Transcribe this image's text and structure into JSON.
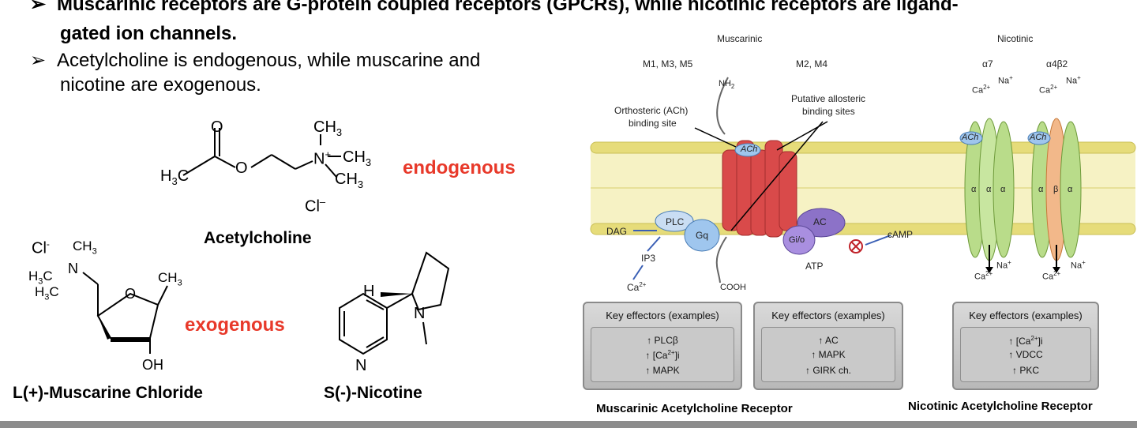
{
  "bullets": [
    {
      "mark": "➢",
      "line1": "Muscarinic receptors are G-protein coupled receptors (GPCRs), while nicotinic receptors are ligand-",
      "line2": "gated ion channels."
    },
    {
      "mark": "➢",
      "line1": "Acetylcholine is endogenous, while muscarine and",
      "line2": "nicotine are exogenous."
    }
  ],
  "chemistry": {
    "acetylcholine": {
      "name": "Acetylcholine",
      "atoms": {
        "o_carbonyl": "O",
        "o_ester": "O",
        "h3c": "H3C",
        "n_plus": "N",
        "ch3_top": "CH3",
        "ch3_right": "CH3",
        "ch3_bottom": "CH3",
        "cl_minus": "Cl"
      },
      "tag": "endogenous"
    },
    "muscarine": {
      "name": "L(+)-Muscarine Chloride",
      "atoms": {
        "cl": "Cl",
        "ch3_n": "CH3",
        "h3c_a": "H3C",
        "h3c_b": "H3C",
        "n": "N",
        "o_ring": "O",
        "ch3_ring": "CH3",
        "oh": "OH"
      }
    },
    "nicotine": {
      "name": "S(-)-Nicotine",
      "atoms": {
        "h": "H",
        "n_pyrrolidine": "N",
        "n_pyridine": "N"
      }
    },
    "exogenous_tag": "exogenous"
  },
  "receptor_figure": {
    "header_muscarinic": "Muscarinic",
    "header_nicotinic": "Nicotinic",
    "m_group1": "M1, M3, M5",
    "m_group2": "M2, M4",
    "nh2": "NH2",
    "cooh": "COOH",
    "orthosteric_label_1": "Orthosteric (ACh)",
    "orthosteric_label_2": "binding site",
    "allosteric_label_1": "Putative allosteric",
    "allosteric_label_2": "binding sites",
    "ach": "ACh",
    "plc": "PLC",
    "gq": "Gq",
    "dag": "DAG",
    "ip3": "IP3",
    "ca_left": "Ca2+",
    "ac": "AC",
    "gio": "Gi/o",
    "camp": "cAMP",
    "atp": "ATP",
    "alpha7": "α7",
    "a4b2": "α4β2",
    "na": "Na+",
    "ca": "Ca2+",
    "alpha": "α",
    "beta": "β",
    "effector_boxes": [
      {
        "title": "Key effectors (examples)",
        "items": [
          "↑ PLCβ",
          "↑ [Ca2+]i",
          "↑ MAPK"
        ]
      },
      {
        "title": "Key effectors (examples)",
        "items": [
          "↑ AC",
          "↑ MAPK",
          "↑ GIRK ch."
        ]
      },
      {
        "title": "Key effectors (examples)",
        "items": [
          "↑ [Ca2+]i",
          "↑ VDCC",
          "↑ PKC"
        ]
      }
    ],
    "caption_muscarinic": "Muscarinic Acetylcholine Receptor",
    "caption_nicotinic": "Nicotinic Acetylcholine Receptor"
  },
  "colors": {
    "accent_red": "#e8392a",
    "membrane": "#ece48a",
    "helix_red": "#d94a4a",
    "protein_blue": "#9fc6ee",
    "protein_purple": "#8c72c8",
    "channel_green": "#b9dc8a",
    "channel_orange": "#f2b88a"
  }
}
